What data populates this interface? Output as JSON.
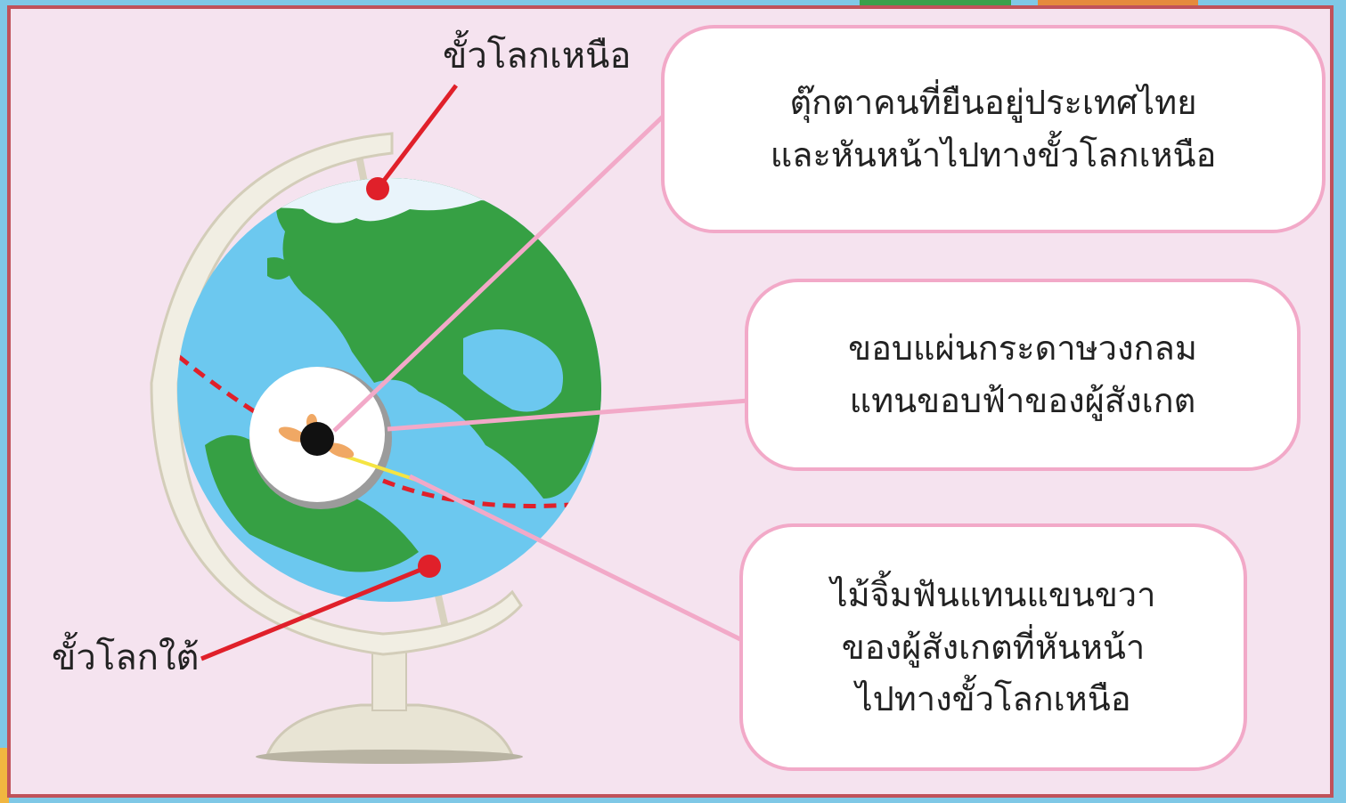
{
  "labels": {
    "north_pole": "ขั้วโลกเหนือ",
    "south_pole": "ขั้วโลกใต้"
  },
  "callouts": [
    {
      "lines": [
        "ตุ๊กตาคนที่ยืนอยู่ประเทศไทย",
        "และหันหน้าไปทางขั้วโลกเหนือ"
      ]
    },
    {
      "lines": [
        "ขอบแผ่นกระดาษวงกลม",
        "แทนขอบฟ้าของผู้สังเกต"
      ]
    },
    {
      "lines": [
        "ไม้จิ้มฟันแทนแขนขวา",
        "ของผู้สังเกตที่หันหน้า",
        "ไปทางขั้วโลกเหนือ"
      ]
    }
  ],
  "colors": {
    "panel_bg": "#f5e3ef",
    "border": "#c0525a",
    "ocean": "#6cc8ef",
    "land": "#36a044",
    "ice": "#e9f4fb",
    "pointer_red": "#e0202a",
    "leader_pink": "#f2a9c8",
    "stand": "#e8e4d4"
  },
  "icons": {
    "globe": "globe-icon",
    "doll": "doll-icon",
    "toothpick": "toothpick-icon"
  }
}
